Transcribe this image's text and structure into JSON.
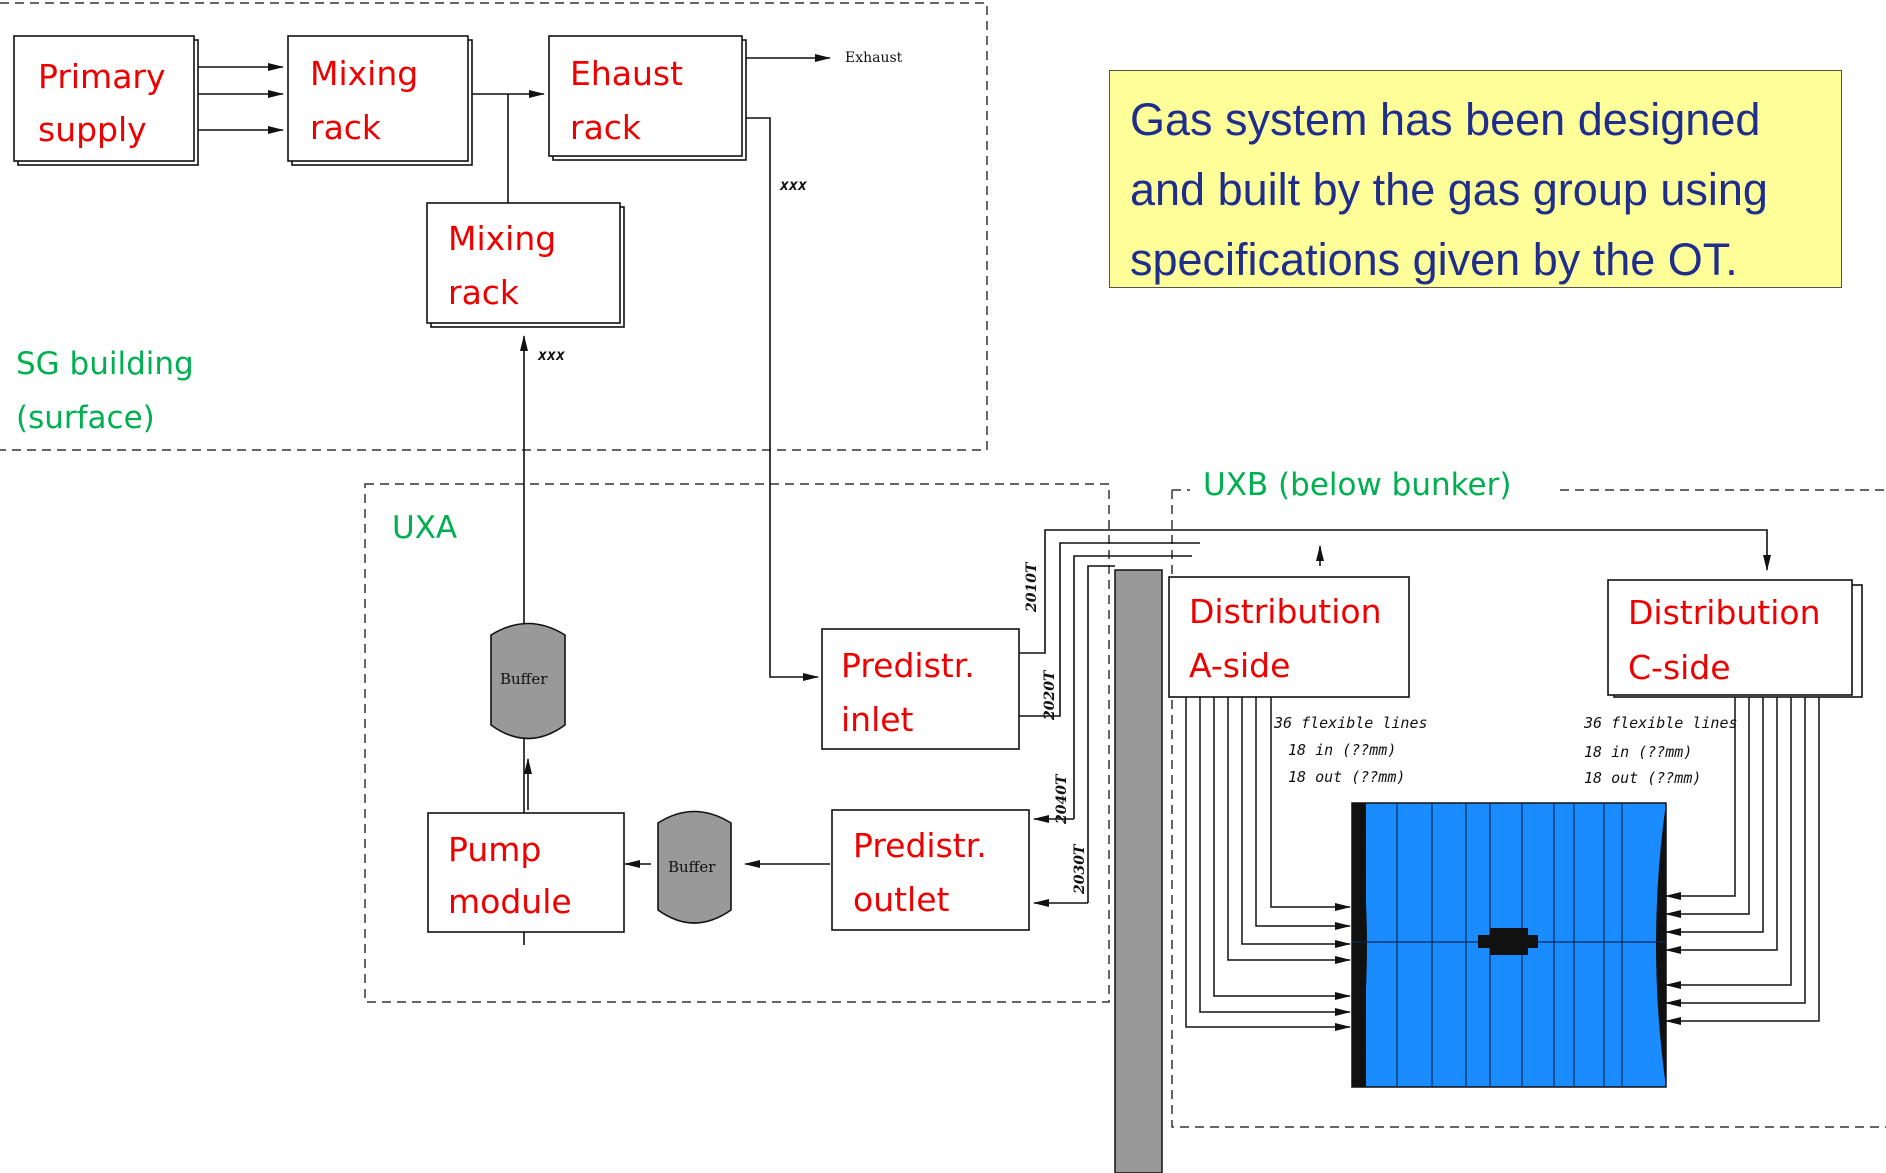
{
  "zones": {
    "sg_building": [
      "SG building",
      "(surface)"
    ],
    "uxa": "UXA",
    "uxb": "UXB (below bunker)"
  },
  "boxes": {
    "primary_supply": [
      "Primary",
      "supply"
    ],
    "mixing_rack_top": [
      "Mixing",
      "rack"
    ],
    "exhaust_rack": [
      "Ehaust",
      "rack"
    ],
    "mixing_rack_lower": [
      "Mixing",
      "rack"
    ],
    "predistr_inlet": [
      "Predistr.",
      "inlet"
    ],
    "predistr_outlet": [
      "Predistr.",
      "outlet"
    ],
    "pump_module": [
      "Pump",
      "module"
    ],
    "distribution_a": [
      "Distribution",
      "A-side"
    ],
    "distribution_c": [
      "Distribution",
      "C-side"
    ]
  },
  "buffers": [
    "Buffer",
    "Buffer"
  ],
  "line_labels": {
    "exhaust": "Exhaust",
    "xxx_right": "xxx",
    "xxx_up": "xxx",
    "pipes": [
      "2010T",
      "2020T",
      "2040T",
      "2030T"
    ]
  },
  "flex_lines": {
    "a_side": [
      "36 flexible lines",
      "18 in (??mm)",
      "18 out (??mm)"
    ],
    "c_side": [
      "36 flexible lines",
      "18 in (??mm)",
      "18 out (??mm)"
    ]
  },
  "note": [
    "Gas system has been designed",
    "and built by the gas group using",
    "specifications given by the OT."
  ],
  "colors": {
    "box_text": "#ee0000",
    "zone_text": "#00b050",
    "detector": "#1a8cff",
    "note_bg": "#ffff99",
    "note_text": "#1f2d8c",
    "buffer_fill": "#999999",
    "wall_fill": "#999999"
  }
}
